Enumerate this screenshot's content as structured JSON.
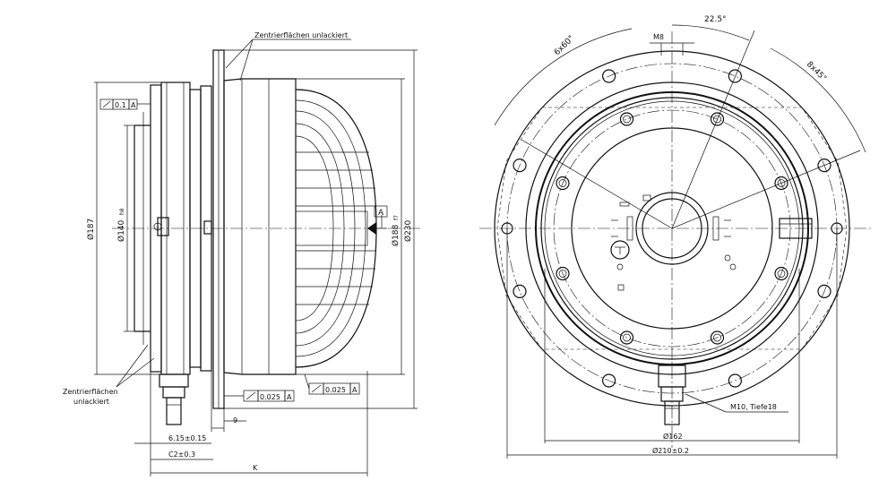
{
  "labels": {
    "zentrier_top": "Zentrierflächen unlackiert",
    "zentrier_bottom_line1": "Zentrierflächen",
    "zentrier_bottom_line2": "unlackiert",
    "dim_phi187": "Ø187",
    "dim_phi140": "Ø140",
    "dim_phi140_tol": "h8",
    "dim_phi188": "Ø188",
    "dim_phi188_tol": "f7",
    "dim_phi230": "Ø230",
    "dim_615": "6.15±0.15",
    "dim_c2": "C2±0.3",
    "dim_k": "K",
    "dim_9": "9",
    "dim_m8": "M8",
    "dim_225": "22.5°",
    "dim_6x60": "6x60°",
    "dim_8x45": "8x45°",
    "dim_m10": "M10, Tiefe18",
    "dim_phi162": "Ø162",
    "dim_phi210": "Ø210±0.2",
    "datum": "A"
  },
  "tolerances": [
    {
      "value": "0.1",
      "datum": "A"
    },
    {
      "value": "0.025",
      "datum": "A"
    },
    {
      "value": "0.025",
      "datum": "A"
    }
  ]
}
